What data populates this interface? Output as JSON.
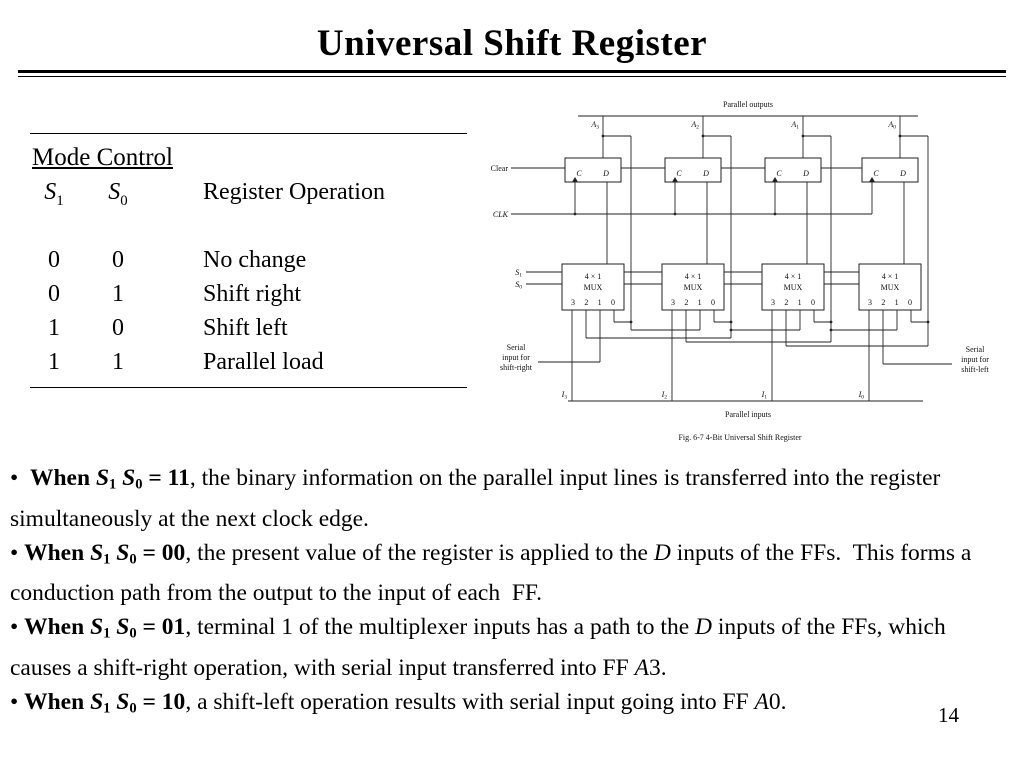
{
  "slide": {
    "title": "Universal Shift Register",
    "page_number": "14"
  },
  "mode_table": {
    "title": "Mode Control",
    "col_s1": {
      "base": "S",
      "sub": "1"
    },
    "col_s0": {
      "base": "S",
      "sub": "0"
    },
    "col_op": "Register Operation",
    "rows": [
      {
        "s1": "0",
        "s0": "0",
        "op": "No change"
      },
      {
        "s1": "0",
        "s0": "1",
        "op": "Shift right"
      },
      {
        "s1": "1",
        "s0": "0",
        "op": "Shift left"
      },
      {
        "s1": "1",
        "s0": "1",
        "op": "Parallel load"
      }
    ]
  },
  "diagram": {
    "parallel_outputs": "Parallel outputs",
    "parallel_inputs": "Parallel inputs",
    "caption": "Fig. 6-7  4-Bit Universal Shift Register",
    "clear": "Clear",
    "clk": "CLK",
    "s1": {
      "base": "S",
      "sub": "1"
    },
    "s0": {
      "base": "S",
      "sub": "0"
    },
    "serial_right": {
      "line1": "Serial",
      "line2": "input for",
      "line3": "shift-right"
    },
    "serial_left": {
      "line1": "Serial",
      "line2": "input for",
      "line3": "shift-left"
    },
    "ff": {
      "clock": "C",
      "data": "D"
    },
    "mux": {
      "line1": "4 × 1",
      "line2": "MUX",
      "pins": "3 2 1 0"
    },
    "outputs": [
      {
        "base": "A",
        "sub": "3"
      },
      {
        "base": "A",
        "sub": "2"
      },
      {
        "base": "A",
        "sub": "1"
      },
      {
        "base": "A",
        "sub": "0"
      }
    ],
    "inputs": [
      {
        "base": "I",
        "sub": "3"
      },
      {
        "base": "I",
        "sub": "2"
      },
      {
        "base": "I",
        "sub": "1"
      },
      {
        "base": "I",
        "sub": "0"
      }
    ]
  },
  "bullets": [
    [
      {
        "t": "•  "
      },
      {
        "t": "When ",
        "b": true
      },
      {
        "t": "S",
        "b": true,
        "i": true
      },
      {
        "t": "1",
        "b": true,
        "sub": true
      },
      {
        "t": " ",
        "b": true
      },
      {
        "t": "S",
        "b": true,
        "i": true
      },
      {
        "t": "0",
        "b": true,
        "sub": true
      },
      {
        "t": " = 11",
        "b": true
      },
      {
        "t": ", the binary information on the parallel input lines is transferred into the register simultaneously at the next clock edge."
      }
    ],
    [
      {
        "t": "• "
      },
      {
        "t": "When ",
        "b": true
      },
      {
        "t": "S",
        "b": true,
        "i": true
      },
      {
        "t": "1",
        "b": true,
        "sub": true
      },
      {
        "t": " ",
        "b": true
      },
      {
        "t": "S",
        "b": true,
        "i": true
      },
      {
        "t": "0",
        "b": true,
        "sub": true
      },
      {
        "t": " = 00",
        "b": true
      },
      {
        "t": ", the present value of the register is applied to the "
      },
      {
        "t": "D",
        "i": true
      },
      {
        "t": " inputs of the FFs.  This forms a conduction path from the output to the input of each  FF."
      }
    ],
    [
      {
        "t": "• "
      },
      {
        "t": "When ",
        "b": true
      },
      {
        "t": "S",
        "b": true,
        "i": true
      },
      {
        "t": "1",
        "b": true,
        "sub": true
      },
      {
        "t": " ",
        "b": true
      },
      {
        "t": "S",
        "b": true,
        "i": true
      },
      {
        "t": "0",
        "b": true,
        "sub": true
      },
      {
        "t": " = 01",
        "b": true
      },
      {
        "t": ", terminal 1 of the multiplexer inputs has a path to the "
      },
      {
        "t": "D",
        "i": true
      },
      {
        "t": " inputs of the FFs, which causes a shift-right operation, with serial input transferred into FF "
      },
      {
        "t": "A",
        "i": true
      },
      {
        "t": "3."
      }
    ],
    [
      {
        "t": "• "
      },
      {
        "t": "When ",
        "b": true
      },
      {
        "t": "S",
        "b": true,
        "i": true
      },
      {
        "t": "1",
        "b": true,
        "sub": true
      },
      {
        "t": " ",
        "b": true
      },
      {
        "t": "S",
        "b": true,
        "i": true
      },
      {
        "t": "0",
        "b": true,
        "sub": true
      },
      {
        "t": " = 10",
        "b": true
      },
      {
        "t": ", a shift-left operation results with serial input going into FF "
      },
      {
        "t": "A",
        "i": true
      },
      {
        "t": "0."
      }
    ]
  ]
}
